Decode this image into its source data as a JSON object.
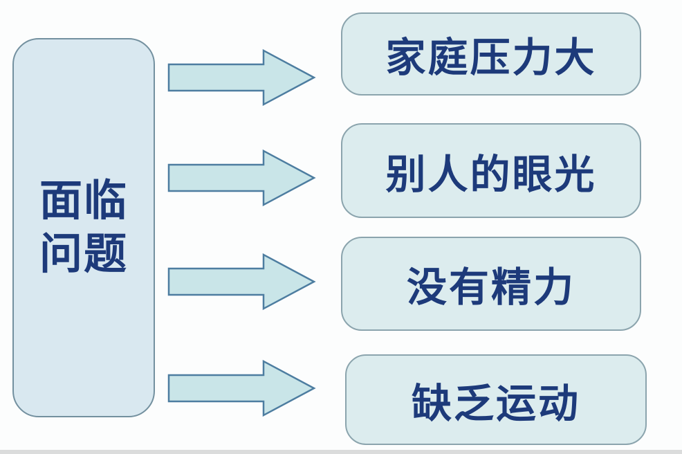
{
  "diagram": {
    "source": {
      "line1": "面临",
      "line2": "问题"
    },
    "items": [
      {
        "label": "家庭压力大"
      },
      {
        "label": "别人的眼光"
      },
      {
        "label": "没有精力"
      },
      {
        "label": "缺乏运动"
      }
    ],
    "colors": {
      "background": "#fcfdfd",
      "source_fill": "#d9e8f0",
      "source_border": "#73909f",
      "box_fill": "#dcecee",
      "box_border": "#8ba4ad",
      "arrow_fill": "#c9e5e8",
      "arrow_border": "#4d7da0",
      "text": "#1d3a7a",
      "edge_strip": "#dbdcdc"
    }
  }
}
